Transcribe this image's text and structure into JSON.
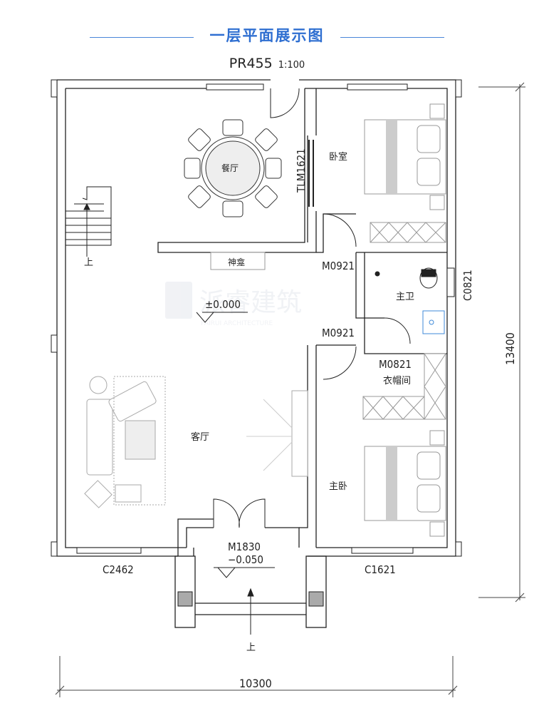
{
  "header": {
    "title": "一层平面展示图",
    "accent_color": "#2f6fd1"
  },
  "plan": {
    "id": "PR455",
    "scale": "1:100"
  },
  "rooms": {
    "dining": "餐厅",
    "bedroom": "卧室",
    "shrine": "神龛",
    "master_bath": "主卫",
    "cloakroom": "衣帽间",
    "living": "客厅",
    "master_bedroom": "主卧"
  },
  "doors": {
    "sliding": "TLM1621",
    "bedroom_door": "M0921",
    "bath_door": "M0921",
    "cloak_door": "M0821",
    "main_door": "M1830"
  },
  "windows": {
    "bath_window": "C0821",
    "living_window": "C2462",
    "master_window": "C1621"
  },
  "levels": {
    "floor": "±0.000",
    "entrance": "−0.050"
  },
  "stairs": {
    "up_label": "上",
    "entry_up_label": "上"
  },
  "dimensions": {
    "width": "10300",
    "depth": "13400"
  },
  "watermark": {
    "brand": "派睿建筑",
    "sub": "PAIRUI ARCHITECTURE"
  }
}
